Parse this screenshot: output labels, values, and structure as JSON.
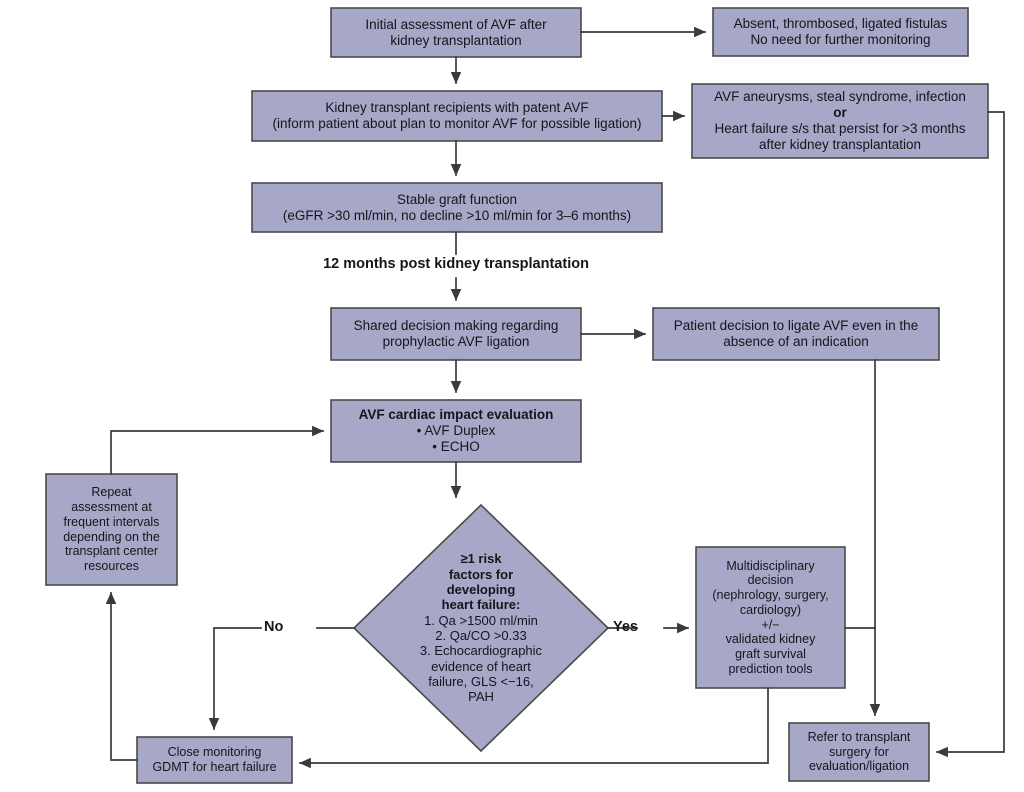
{
  "chart_data": {
    "type": "diagram",
    "title": "AVF management algorithm after kidney transplantation",
    "diagram_kind": "clinical-decision-flowchart",
    "node_fill": "#a7a8c7",
    "node_stroke": "#4a4a4a",
    "connector_color": "#3a3a3a",
    "nodes": [
      {
        "id": "n1",
        "shape": "rect",
        "lines": [
          "Initial assessment of AVF after",
          "kidney transplantation"
        ]
      },
      {
        "id": "n2",
        "shape": "rect",
        "lines": [
          "Absent, thrombosed, ligated fistulas",
          "No need for further monitoring"
        ]
      },
      {
        "id": "n3",
        "shape": "rect",
        "lines": [
          "Kidney transplant recipients with patent AVF",
          "(inform patient about plan to monitor AVF for possible ligation)"
        ]
      },
      {
        "id": "n4",
        "shape": "rect",
        "lines": [
          "AVF aneurysms, steal syndrome, infection",
          "or",
          "Heart failure s/s that persist for >3 months",
          "after kidney transplantation"
        ]
      },
      {
        "id": "n5",
        "shape": "rect",
        "lines": [
          "Stable graft function",
          "(eGFR >30 ml/min, no decline >10 ml/min for 3–6 months)"
        ]
      },
      {
        "id": "n6",
        "shape": "rect",
        "lines": [
          "Shared decision making regarding",
          "prophylactic AVF ligation"
        ]
      },
      {
        "id": "n7",
        "shape": "rect",
        "lines": [
          "Patient decision to ligate AVF even in the",
          "absence of an indication"
        ]
      },
      {
        "id": "n8",
        "shape": "rect",
        "lines": [
          "AVF cardiac impact evaluation",
          "• AVF Duplex",
          "• ECHO"
        ]
      },
      {
        "id": "n9",
        "shape": "rect",
        "lines": [
          "Repeat",
          "assessment at",
          "frequent intervals",
          "depending on the",
          "transplant center",
          "resources"
        ]
      },
      {
        "id": "n10",
        "shape": "diamond",
        "lines": [
          "≥1 risk",
          "factors for",
          "developing",
          "heart failure:",
          "1. Qa >1500 ml/min",
          "2. Qa/CO >0.33",
          "3. Echocardiographic",
          "evidence of heart",
          "failure, GLS <−16,",
          "PAH"
        ]
      },
      {
        "id": "n11",
        "shape": "rect",
        "lines": [
          "Multidisciplinary",
          "decision",
          "(nephrology, surgery,",
          "cardiology)",
          "+/−",
          "validated kidney",
          "graft survival",
          "prediction tools"
        ]
      },
      {
        "id": "n12",
        "shape": "rect",
        "lines": [
          "Close monitoring",
          "GDMT for heart failure"
        ]
      },
      {
        "id": "n13",
        "shape": "rect",
        "lines": [
          "Refer to transplant",
          "surgery for",
          "evaluation/ligation"
        ]
      }
    ],
    "edge_labels": [
      "No",
      "Yes"
    ],
    "free_labels": [
      "12 months post kidney transplantation"
    ]
  },
  "nodes": {
    "initial_assessment": {
      "l1": "Initial assessment of AVF after",
      "l2": "kidney transplantation"
    },
    "absent_fistulas": {
      "l1": "Absent, thrombosed, ligated fistulas",
      "l2": "No need for further monitoring"
    },
    "patent_avf": {
      "l1": "Kidney transplant recipients with patent AVF",
      "l2": "(inform patient about plan to monitor AVF for possible ligation)"
    },
    "complications": {
      "l1": "AVF aneurysms, steal syndrome, infection",
      "l2": "or",
      "l3": "Heart failure s/s that persist for >3 months",
      "l4": "after kidney transplantation"
    },
    "stable_graft": {
      "l1": "Stable graft function",
      "l2": "(eGFR >30 ml/min, no decline >10 ml/min for 3–6 months)"
    },
    "shared_decision": {
      "l1": "Shared decision making regarding",
      "l2": "prophylactic AVF ligation"
    },
    "patient_decision": {
      "l1": "Patient decision to ligate AVF even in the",
      "l2": "absence of an indication"
    },
    "cardiac_impact": {
      "l1": "AVF cardiac impact evaluation",
      "l2": "• AVF Duplex",
      "l3": "• ECHO"
    },
    "repeat_assessment": {
      "l1": "Repeat",
      "l2": "assessment at",
      "l3": "frequent intervals",
      "l4": "depending on the",
      "l5": "transplant center",
      "l6": "resources"
    },
    "risk_diamond": {
      "l1": "≥1 risk",
      "l2": "factors for",
      "l3": "developing",
      "l4": "heart failure:",
      "l5": "1. Qa >1500 ml/min",
      "l6": "2. Qa/CO >0.33",
      "l7": "3. Echocardiographic",
      "l8": "evidence of heart",
      "l9": "failure, GLS <−16,",
      "l10": "PAH"
    },
    "multidisciplinary": {
      "l1": "Multidisciplinary",
      "l2": "decision",
      "l3": "(nephrology, surgery,",
      "l4": "cardiology)",
      "l5": "+/−",
      "l6": "validated kidney",
      "l7": "graft survival",
      "l8": "prediction tools"
    },
    "close_monitoring": {
      "l1": "Close monitoring",
      "l2": "GDMT for heart failure"
    },
    "refer_surgery": {
      "l1": "Refer to transplant",
      "l2": "surgery for",
      "l3": "evaluation/ligation"
    }
  },
  "labels": {
    "twelve_months": "12 months post kidney transplantation",
    "no": "No",
    "yes": "Yes"
  }
}
